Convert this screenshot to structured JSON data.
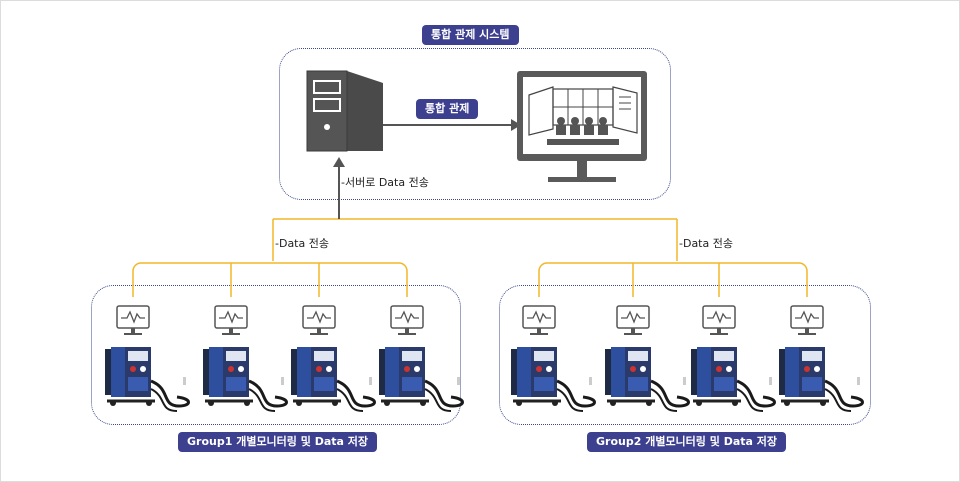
{
  "central": {
    "title": "통합 관제 시스템",
    "link_label": "통합 관제"
  },
  "uplink_label": "-서버로 Data 전송",
  "groups": [
    {
      "data_label": "-Data 전송",
      "title": "Group1 개별모니터링 및 Data 저장"
    },
    {
      "data_label": "-Data 전송",
      "title": "Group2 개별모니터링 및 Data 저장"
    }
  ],
  "colors": {
    "accent": "#3d3f8f",
    "line": "#f2b728",
    "icon": "#555555",
    "border": "#3a4a8a"
  },
  "icons": {
    "server": "server-icon",
    "display": "control-room-monitor-icon",
    "monitor": "small-monitor-icon",
    "welder": "welding-machine-icon"
  }
}
